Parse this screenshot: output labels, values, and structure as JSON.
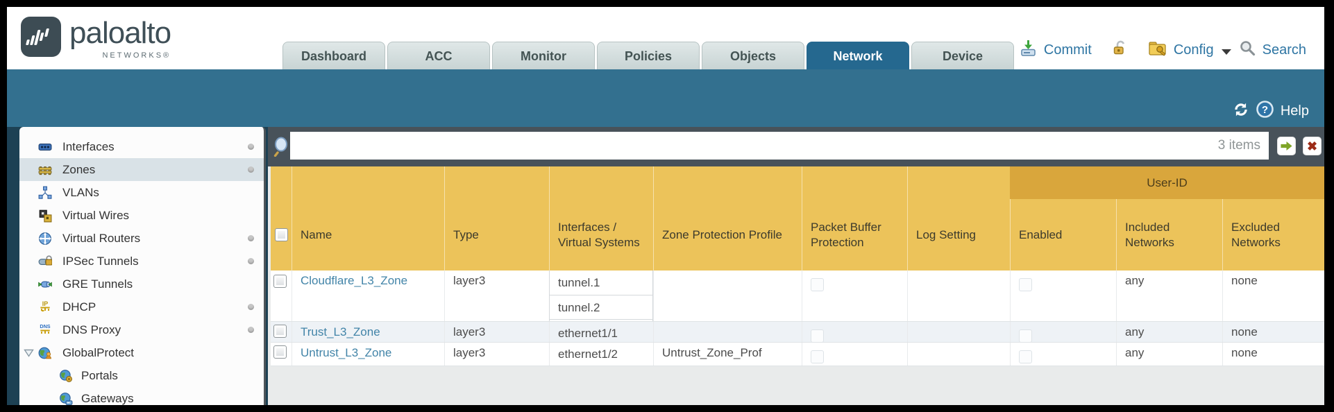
{
  "brand": {
    "name": "paloalto",
    "sub": "NETWORKS®"
  },
  "nav": {
    "tabs": [
      {
        "label": "Dashboard",
        "active": false
      },
      {
        "label": "ACC",
        "active": false
      },
      {
        "label": "Monitor",
        "active": false
      },
      {
        "label": "Policies",
        "active": false
      },
      {
        "label": "Objects",
        "active": false
      },
      {
        "label": "Network",
        "active": true
      },
      {
        "label": "Device",
        "active": false
      }
    ]
  },
  "utilities": {
    "commit_label": "Commit",
    "config_label": "Config",
    "search_label": "Search"
  },
  "band": {
    "help_label": "Help"
  },
  "toolbar": {
    "filter_placeholder": "",
    "items_count": "3 items"
  },
  "sidebar": {
    "items": [
      {
        "label": "Interfaces",
        "icon": "interfaces-icon",
        "dot": true,
        "selected": false
      },
      {
        "label": "Zones",
        "icon": "zones-icon",
        "dot": true,
        "selected": true
      },
      {
        "label": "VLANs",
        "icon": "vlans-icon",
        "dot": false
      },
      {
        "label": "Virtual Wires",
        "icon": "virtual-wires-icon",
        "dot": false
      },
      {
        "label": "Virtual Routers",
        "icon": "virtual-routers-icon",
        "dot": true
      },
      {
        "label": "IPSec Tunnels",
        "icon": "ipsec-tunnels-icon",
        "dot": true
      },
      {
        "label": "GRE Tunnels",
        "icon": "gre-tunnels-icon",
        "dot": false
      },
      {
        "label": "DHCP",
        "icon": "dhcp-icon",
        "dot": true
      },
      {
        "label": "DNS Proxy",
        "icon": "dns-proxy-icon",
        "dot": true
      },
      {
        "label": "GlobalProtect",
        "icon": "globalprotect-icon",
        "dot": false,
        "expanded": true
      },
      {
        "label": "Portals",
        "icon": "portals-icon",
        "dot": false,
        "child": true
      },
      {
        "label": "Gateways",
        "icon": "gateways-icon",
        "dot": false,
        "child": true
      }
    ]
  },
  "table": {
    "group_header": "User-ID",
    "columns": [
      "Name",
      "Type",
      "Interfaces / Virtual Systems",
      "Zone Protection Profile",
      "Packet Buffer Protection",
      "Log Setting",
      "Enabled",
      "Included Networks",
      "Excluded Networks"
    ],
    "rows": [
      {
        "name": "Cloudflare_L3_Zone",
        "type": "layer3",
        "interfaces": [
          "tunnel.1",
          "tunnel.2"
        ],
        "zone_protection_profile": "",
        "log_setting": "",
        "included_networks": "any",
        "excluded_networks": "none"
      },
      {
        "name": "Trust_L3_Zone",
        "type": "layer3",
        "interfaces": [
          "ethernet1/1"
        ],
        "zone_protection_profile": "",
        "log_setting": "",
        "included_networks": "any",
        "excluded_networks": "none"
      },
      {
        "name": "Untrust_L3_Zone",
        "type": "layer3",
        "interfaces": [
          "ethernet1/2"
        ],
        "zone_protection_profile": "Untrust_Zone_Prof",
        "log_setting": "",
        "included_networks": "any",
        "excluded_networks": "none"
      }
    ]
  },
  "colors": {
    "band_teal": "#33708f",
    "header_gold": "#ecc35a",
    "userid_gold": "#d9a63c",
    "link_blue": "#4284a8",
    "strip_gray": "#48525a"
  }
}
